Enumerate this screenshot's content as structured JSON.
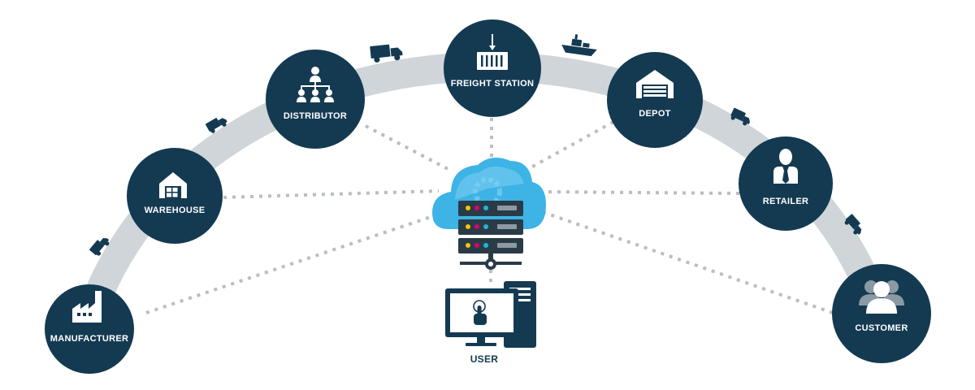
{
  "nodes": [
    {
      "id": "manufacturer",
      "label": "MANUFACTURER",
      "icon": "factory-icon"
    },
    {
      "id": "warehouse",
      "label": "WAREHOUSE",
      "icon": "warehouse-icon"
    },
    {
      "id": "distributor",
      "label": "DISTRIBUTOR",
      "icon": "org-chart-icon"
    },
    {
      "id": "freight-station",
      "label": "FREIGHT STATION",
      "icon": "container-crane-icon"
    },
    {
      "id": "depot",
      "label": "DEPOT",
      "icon": "garage-icon"
    },
    {
      "id": "retailer",
      "label": "RETAILER",
      "icon": "businessman-icon"
    },
    {
      "id": "customer",
      "label": "CUSTOMER",
      "icon": "customers-icon"
    }
  ],
  "hub": {
    "icon": "cloud-server-icon"
  },
  "user": {
    "label": "USER",
    "icon": "computer-icon"
  },
  "vehicles": [
    "truck-icon",
    "truck-icon",
    "truck-icon",
    "truck-icon",
    "ship-icon",
    "truck-icon",
    "truck-icon"
  ],
  "colors": {
    "node": "#143a52",
    "arc": "#d0d5d9",
    "connector": "#b9bec2",
    "cloud": "#3db3e6",
    "cloud_light": "#7fd0f2",
    "server": "#2a3b48",
    "icon": "#ffffff",
    "server_leds": [
      "#f2c500",
      "#e0006e",
      "#22b7d6"
    ]
  }
}
